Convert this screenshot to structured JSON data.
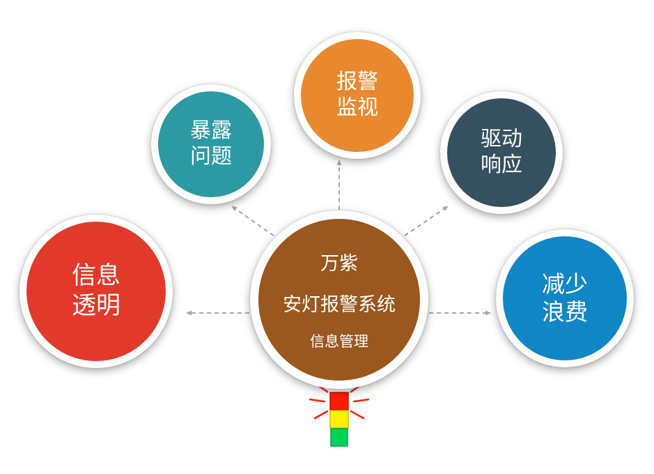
{
  "center": {
    "line1": "万紫",
    "line2": "安灯报警系统",
    "line3": "信息管理",
    "color": "#9A571E"
  },
  "nodes": [
    {
      "id": "info-transparency",
      "line1": "信息",
      "line2": "透明",
      "color": "#E13A2B"
    },
    {
      "id": "expose-problems",
      "line1": "暴露",
      "line2": "问题",
      "color": "#2B9AA3"
    },
    {
      "id": "alarm-monitoring",
      "line1": "报警",
      "line2": "监视",
      "color": "#E8892F"
    },
    {
      "id": "drive-response",
      "line1": "驱动",
      "line2": "响应",
      "color": "#35505F"
    },
    {
      "id": "reduce-waste",
      "line1": "减少",
      "line2": "浪费",
      "color": "#1186C4"
    }
  ],
  "arrows": {
    "color": "#A6A6A6"
  },
  "andon": {
    "lamp_colors": [
      "#FF1D00",
      "#FFF100",
      "#00D25A"
    ],
    "lamp_borders": [
      "#C81400",
      "#D8C000",
      "#00A246"
    ],
    "ray_color": "#FF1D00"
  }
}
